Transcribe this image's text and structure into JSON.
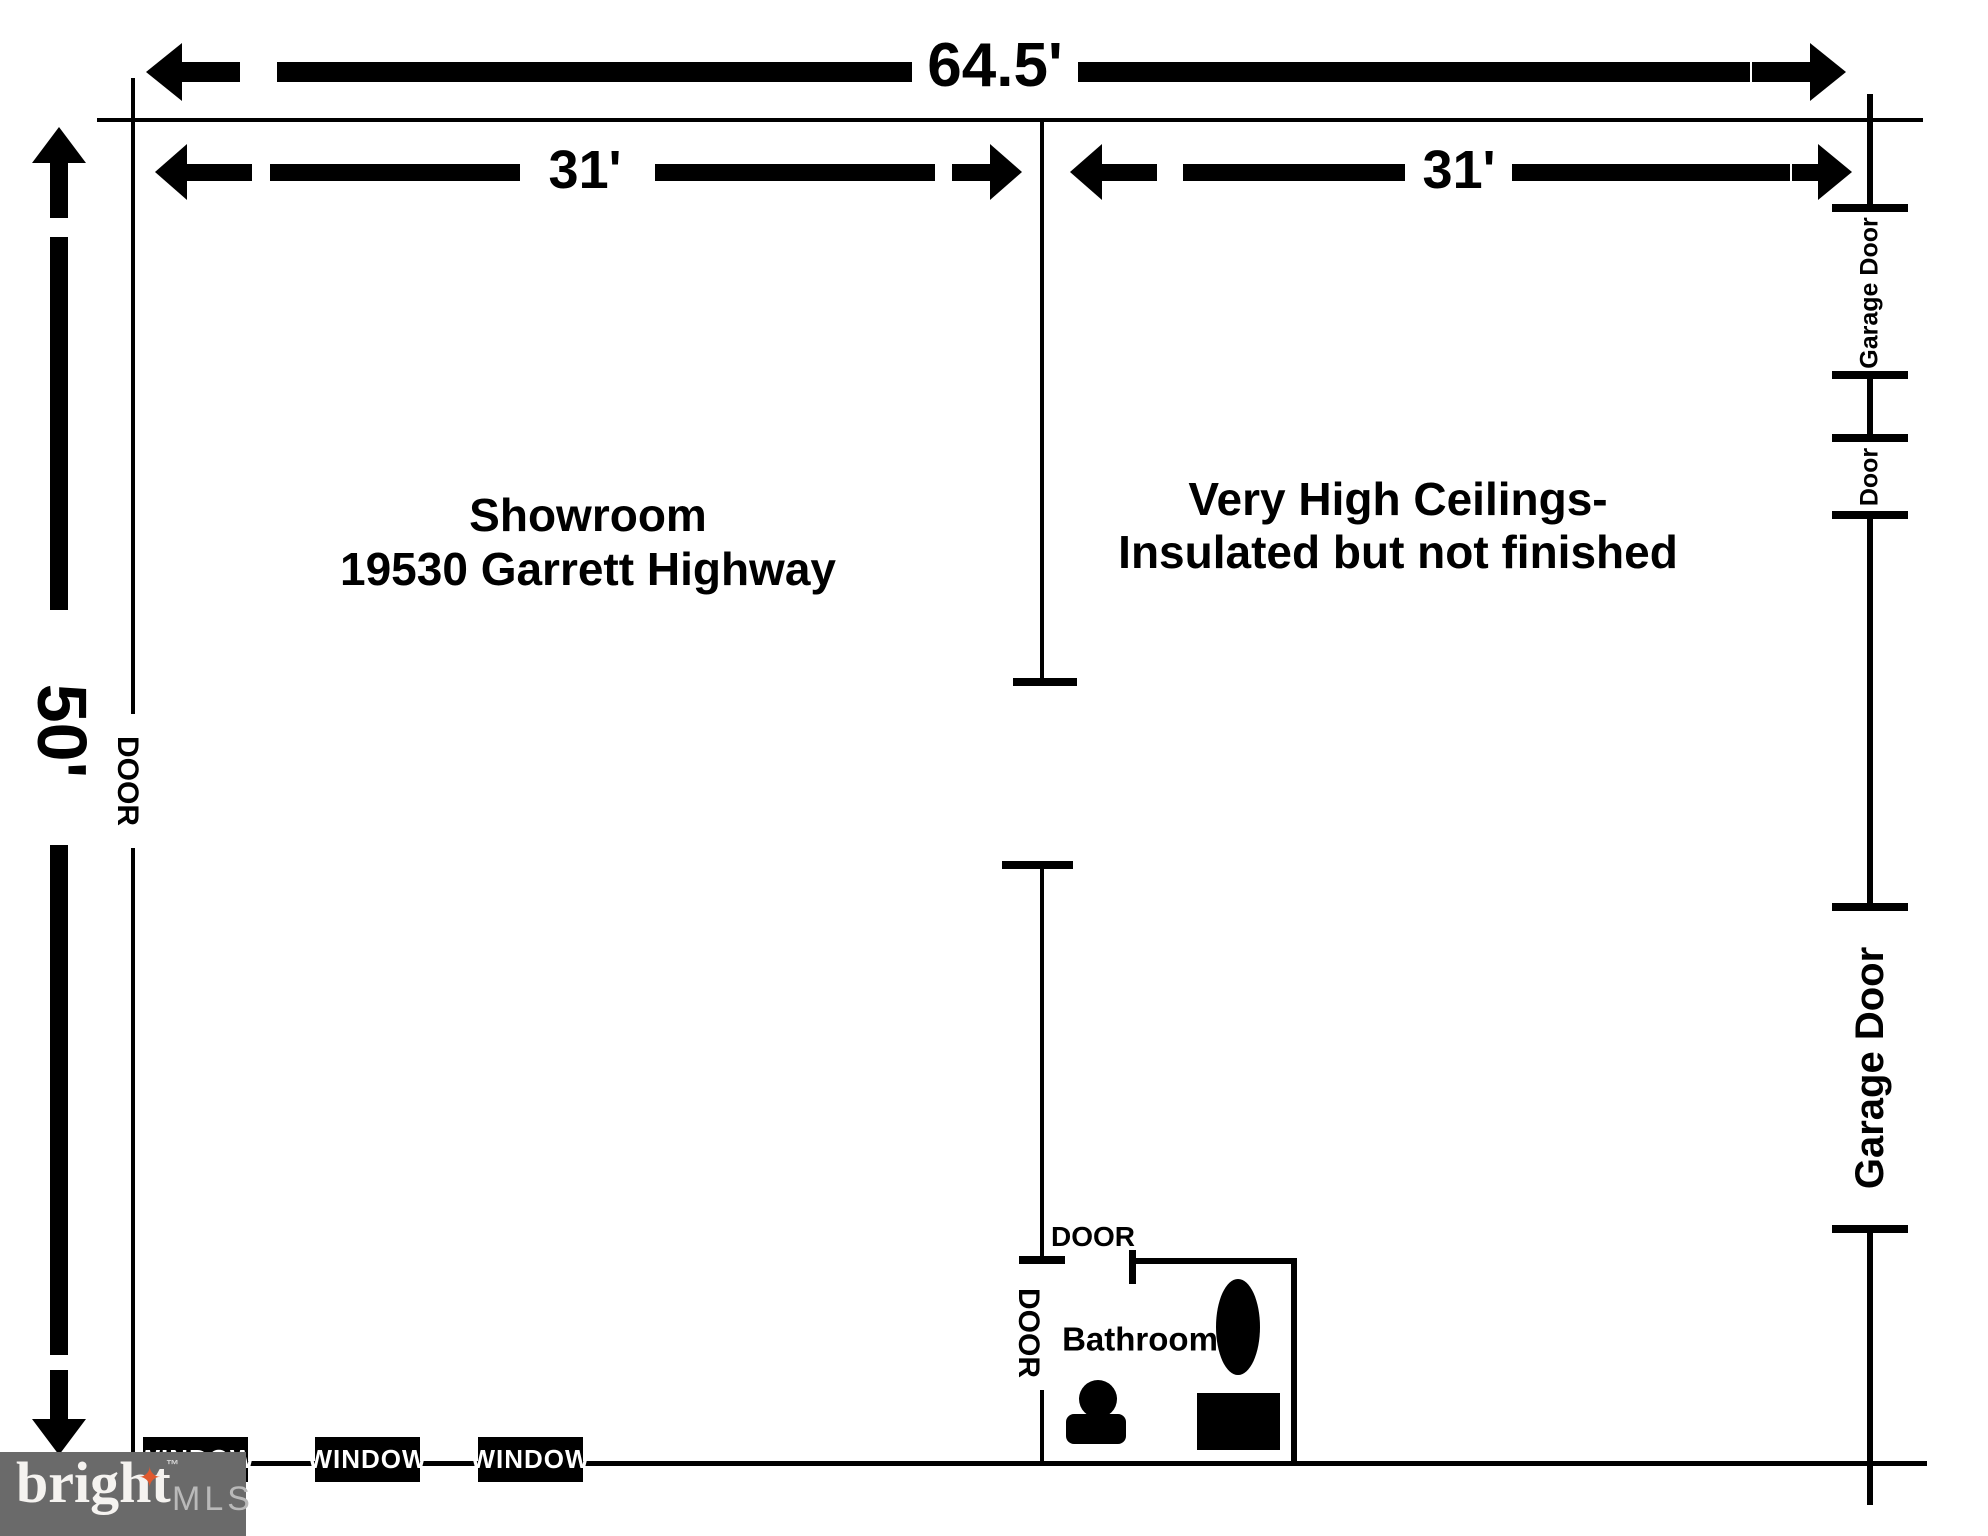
{
  "plan": {
    "dimensions": {
      "total_width": "64.5'",
      "left_section_width": "31'",
      "right_section_width": "31'",
      "height": "50'"
    },
    "rooms": {
      "showroom": {
        "name": "Showroom",
        "address": "19530 Garrett Highway"
      },
      "warehouse": {
        "line1": "Very High Ceilings-",
        "line2": "Insulated but not finished"
      },
      "bathroom": {
        "name": "Bathroom"
      }
    },
    "openings": {
      "left_wall_door": "DOOR",
      "center_wall_door": "DOOR",
      "bathroom_door": "DOOR",
      "right_wall_garage_door_upper": "Garage Door",
      "right_wall_door": "Door",
      "right_wall_garage_door_lower": "Garage Door"
    },
    "windows": {
      "labels": [
        "WINDOW",
        "WINDOW",
        "WINDOW"
      ]
    }
  },
  "logo": {
    "brand": "bright",
    "trademark": "™",
    "suffix": "MLS",
    "star_icon": "✦"
  },
  "colors": {
    "ink": "#000000",
    "paper": "#ffffff",
    "logo_background": "#6a6a6a",
    "logo_brand_text": "#f5f3f0",
    "logo_suffix_text": "#b9b9b9",
    "logo_star": "#e0592e"
  }
}
